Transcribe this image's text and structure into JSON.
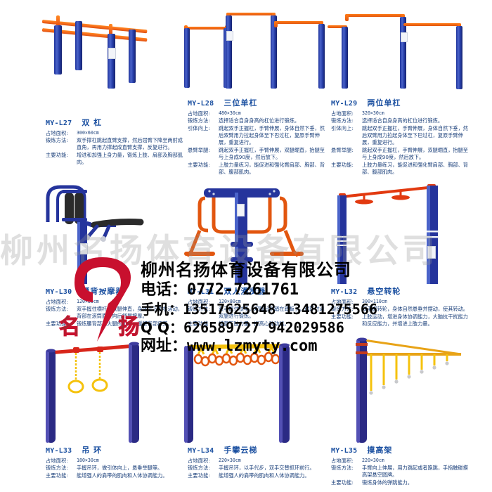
{
  "meta": {
    "page_kind": "product-catalog-page",
    "accent_blue": "#1a4fa0",
    "post_blue": "#263da8",
    "bar_orange": "#f4661a",
    "bar_red": "#c21f0c",
    "chain_yellow": "#f5c20d",
    "logo_red": "#c8102e",
    "logo_green": "#00913a"
  },
  "watermark": {
    "company": "柳州名扬体育设备有限公司",
    "tel_label": "电话：",
    "tel": "0772-7261761",
    "mobile_label": "手机：",
    "mobile1": "13517625648",
    "mobile2": "13481275566",
    "qq_label": "Q  Q：",
    "qq1": "626589727",
    "qq2": "942029586",
    "web_label": "网址：",
    "web": "www.lzmyty.com",
    "ghost_text": "柳州名扬体育设备有限公司",
    "logo_cn": "名 扬"
  },
  "labels": {
    "area": "占地面积:",
    "method": "锻炼方法:",
    "pullup": "引体向上:",
    "hang_leg": "悬臂举腿:",
    "func": "主要功能:"
  },
  "products": [
    {
      "code": "MY-L27",
      "name": "双 杠",
      "art": "parallel-bars",
      "area": "300×60cm",
      "rows": [
        {
          "key": "锻炼方法:",
          "value": "双手撑杠跳起直臂支撑，然后屈臂下降至两肘成直角，再用力撑起成直臂支撑，反复进行。"
        },
        {
          "key": "主要功能:",
          "value": "增进和加强上身力量，锻炼上肢、肩部及胸部肌肉。"
        }
      ]
    },
    {
      "code": "MY-L28",
      "name": "三位单杠",
      "art": "three-bar",
      "area": "480×30cm",
      "rows": [
        {
          "key": "锻炼方法:",
          "value": "选择适合自身身高的杠位进行锻炼。"
        },
        {
          "key": "引体向上:",
          "value": "跳起双手正握杠，手臂伸展，身体自然下垂，然后双臂用力拉起身体至下巴过杠，复原手臂伸展，重复进行。"
        },
        {
          "key": "悬臂举腿:",
          "value": "跳起双手正握杠，手臂伸展，双腿绷直，抬腿至与上身成90度，然后放下。"
        },
        {
          "key": "主要功能:",
          "value": "上肢力量练习，能促进和强化臂肩部、胸部、背部、腹部肌肉。"
        }
      ]
    },
    {
      "code": "MY-L29",
      "name": "两位单杠",
      "art": "two-bar",
      "area": "320×30cm",
      "rows": [
        {
          "key": "锻炼方法:",
          "value": "选择适合自身身高的杠位进行锻炼。"
        },
        {
          "key": "引体向上:",
          "value": "跳起双手正握杠，手臂伸展，身体自然下垂，然后双臂用力拉起身体至下巴过杠，复原手臂伸展，重复进行。"
        },
        {
          "key": "悬臂举腿:",
          "value": "跳起双手正握杠，手臂伸展，双腿绷直，抬腿至与上身成90度，然后放下。"
        },
        {
          "key": "主要功能:",
          "value": "上肢力量练习，能促进和强化臂肩部、胸部、背部、腹部肌肉。"
        }
      ]
    },
    {
      "code": "MY-L30",
      "name": "腰背按摩器",
      "art": "back-massager",
      "area": "120×80cm",
      "rows": [
        {
          "key": "锻炼方法:",
          "value": "双手握住横杆，双腿伸直，身体上下左右活动，背部在滚筒面上向后舒展按摩。"
        },
        {
          "key": "主要功能:",
          "value": "锻炼腰背部和大腿的肌肉，缓解背部疲劳。"
        }
      ]
    },
    {
      "code": "MY-L31",
      "name": "双人漫步器",
      "art": "air-walker",
      "area": "120×80cm",
      "rows": [
        {
          "key": "锻炼方法:",
          "value": "双手握住扶手，双脚分别踏在踏板上，循环往返双腿进行锻炼。"
        },
        {
          "key": "主要功能:",
          "value": "增强下肢力量，提高心肺功能。"
        }
      ]
    },
    {
      "code": "MY-L32",
      "name": "悬空转轮",
      "art": "hanging-wheels",
      "area": "300×110cm",
      "rows": [
        {
          "key": "锻炼方法:",
          "value": "双手握转轮，身体自然悬垂并摆动，使其转动。"
        },
        {
          "key": "主要功能:",
          "value": "上肢运动，增进身体协调能力，大脑抗干扰能力和反应能力，并增进上肢力量。"
        }
      ]
    },
    {
      "code": "MY-L33",
      "name": "吊 环",
      "art": "rings",
      "area": "180×30cm",
      "rows": [
        {
          "key": "锻炼方法:",
          "value": "手握吊环，做引体向上，悬垂举腿等。"
        },
        {
          "key": "主要功能:",
          "value": "能增强人的肩带的肌肉和人体协调能力。"
        }
      ]
    },
    {
      "code": "MY-L34",
      "name": "手攀云梯",
      "art": "monkey-ladder",
      "area": "220×30cm",
      "rows": [
        {
          "key": "锻炼方法:",
          "value": "手握吊环，以手代步，双手交替抓环前行。"
        },
        {
          "key": "主要功能:",
          "value": "能增强人的肩带的肌肉和人体协调能力。"
        }
      ]
    },
    {
      "code": "MY-L35",
      "name": "摸高架",
      "art": "high-reach",
      "area": "220×30cm",
      "rows": [
        {
          "key": "锻炼方法:",
          "value": "手臂向上伸展，用力跳起或者跑跳，手指触碰摸高架悬空圆牌。"
        },
        {
          "key": "主要功能:",
          "value": "锻炼身体的弹跳能力。"
        }
      ]
    }
  ]
}
